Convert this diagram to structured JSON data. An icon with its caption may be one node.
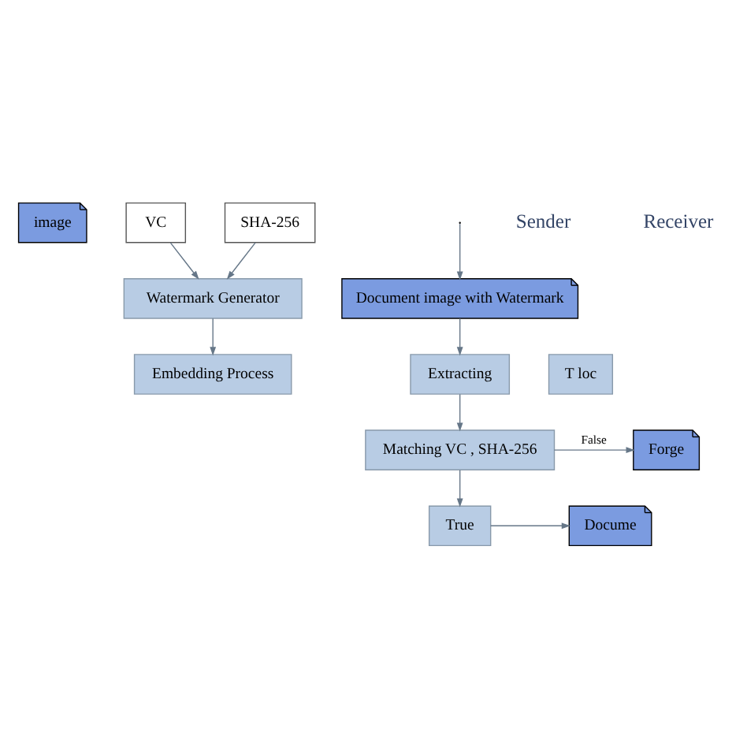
{
  "diagram": {
    "nodes": [
      {
        "text": [
          "image"
        ]
      },
      {
        "text": [
          "VC"
        ]
      },
      {
        "text": [
          "SHA-256"
        ]
      },
      {
        "text": [
          "Watermark Generator"
        ]
      },
      {
        "text": [
          "Embedding Process"
        ]
      },
      {
        "text": [
          "Document image with Watermark"
        ]
      },
      {
        "text": [
          "Extracting"
        ]
      },
      {
        "text": [
          "Matching VC , SHA-256"
        ]
      },
      {
        "text": [
          "True"
        ]
      },
      {
        "text": [
          "Docume"
        ]
      },
      {
        "text": [
          "Forge"
        ]
      },
      {
        "text": [
          "T loc"
        ]
      }
    ],
    "edges": [
      {
        "from": 1,
        "to": 3,
        "arrow": "to"
      },
      {
        "from": 2,
        "to": 3,
        "arrow": "to"
      },
      {
        "from": 3,
        "to": 4,
        "arrow": "to"
      },
      {
        "from": null,
        "to": 5,
        "arrow": "to"
      },
      {
        "from": 5,
        "to": 6,
        "arrow": "to"
      },
      {
        "from": 6,
        "to": 7,
        "arrow": "to"
      },
      {
        "from": 7,
        "to": 8,
        "arrow": "to"
      },
      {
        "from": 8,
        "to": 9,
        "arrow": "to"
      },
      {
        "from": 7,
        "to": 10,
        "label": "False",
        "arrow": "to"
      }
    ],
    "labels": [
      "Sender",
      "Receiver"
    ]
  }
}
